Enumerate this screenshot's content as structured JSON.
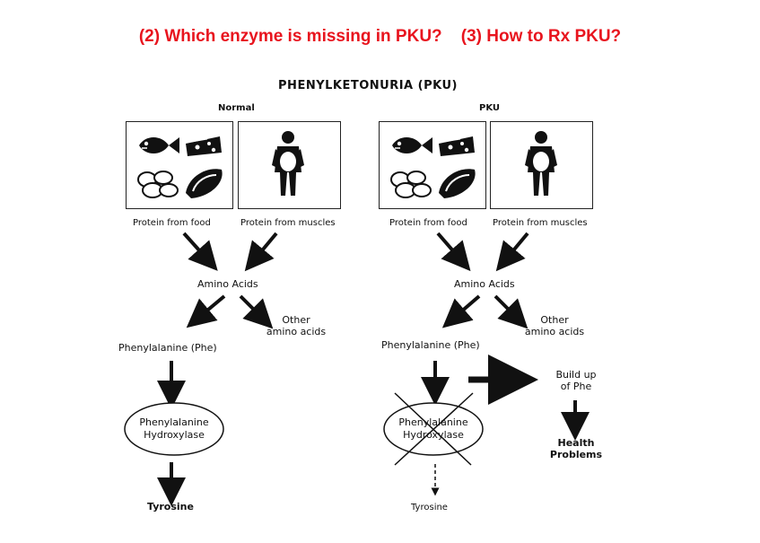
{
  "question": {
    "part1": "(2) Which enzyme is missing in PKU?",
    "part2": "(3) How to Rx PKU?"
  },
  "diagram": {
    "title": "PHENYLKETONURIA (PKU)",
    "normal": {
      "heading": "Normal",
      "protein_food": "Protein from food",
      "protein_muscles": "Protein from muscles",
      "amino_acids": "Amino Acids",
      "other_amino": [
        "Other",
        "amino acids"
      ],
      "phe": "Phenylalanine (Phe)",
      "enzyme": [
        "Phenylalanine",
        "Hydroxylase"
      ],
      "tyrosine": "Tyrosine"
    },
    "pku": {
      "heading": "PKU",
      "protein_food": "Protein from food",
      "protein_muscles": "Protein from muscles",
      "amino_acids": "Amino Acids",
      "other_amino": [
        "Other",
        "amino acids"
      ],
      "phe": "Phenylalanine (Phe)",
      "enzyme": [
        "Phenylalanine",
        "Hydroxylase"
      ],
      "tyrosine": "Tyrosine",
      "buildup": [
        "Build up",
        "of Phe"
      ],
      "health": [
        "Health",
        "Problems"
      ]
    },
    "icons": [
      "fish-icon",
      "cheese-icon",
      "eggs-icon",
      "meat-icon",
      "person-icon"
    ]
  }
}
